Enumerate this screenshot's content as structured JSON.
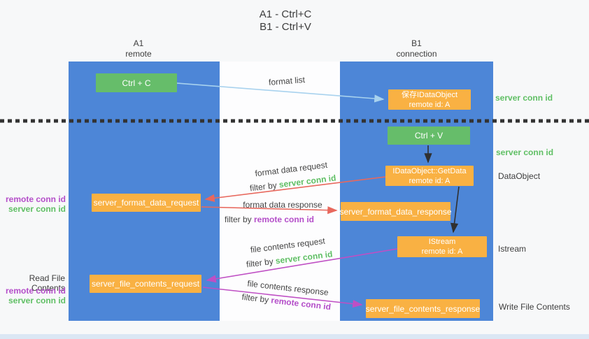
{
  "title": {
    "line1": "A1 - Ctrl+C",
    "line2": "B1 - Ctrl+V"
  },
  "lifelines": {
    "left": {
      "title": "A1",
      "subtitle": "remote"
    },
    "right": {
      "title": "B1",
      "subtitle": "connection"
    }
  },
  "nodes": {
    "ctrl_c": {
      "label": "Ctrl + C"
    },
    "save_dataobject": {
      "line1": "保存IDataObject",
      "line2": "remote id: A"
    },
    "ctrl_v": {
      "label": "Ctrl + V"
    },
    "getdata": {
      "line1": "IDataObject::GetData",
      "line2": "remote id: A"
    },
    "format_request": {
      "label": "server_format_data_request"
    },
    "format_response": {
      "label": "server_format_data_response"
    },
    "istream": {
      "line1": "IStream",
      "line2": "remote id: A"
    },
    "file_request": {
      "label": "server_file_contents_request"
    },
    "file_response": {
      "label": "server_file_contents_response"
    }
  },
  "arrow_labels": {
    "format_list": "format list",
    "format_data_request": {
      "line1": "format data request",
      "prefix": "filter by ",
      "key": "server conn id"
    },
    "format_data_response": {
      "line1": "format data response",
      "prefix": "filter by ",
      "key": "remote conn id"
    },
    "file_contents_request": {
      "line1": "file contents request",
      "prefix": "filter by ",
      "key": "server conn id"
    },
    "file_contents_response": {
      "line1": "file contents response",
      "prefix": "filter by ",
      "key": "remote conn id"
    }
  },
  "side_labels": {
    "right_server_conn_1": "server conn id",
    "right_server_conn_2": "server conn id",
    "dataobject": "DataObject",
    "istream": "Istream",
    "write_file": "Write File Contents",
    "left_remote_conn_1": "remote conn id",
    "left_server_conn_1": "server conn id",
    "read_file": "Read File Contents",
    "left_remote_conn_2": "remote conn id",
    "left_server_conn_2": "server conn id"
  },
  "colors": {
    "lifeline_blue": "#4d86d7",
    "node_orange": "#f9b143",
    "node_green": "#66bd6a",
    "arrow_red": "#e8685d",
    "arrow_purple": "#bf4fc4",
    "arrow_lightblue": "#a8d2ee",
    "arrow_black": "#303030",
    "text_green": "#5fbf64",
    "text_purple": "#b44ec9"
  }
}
